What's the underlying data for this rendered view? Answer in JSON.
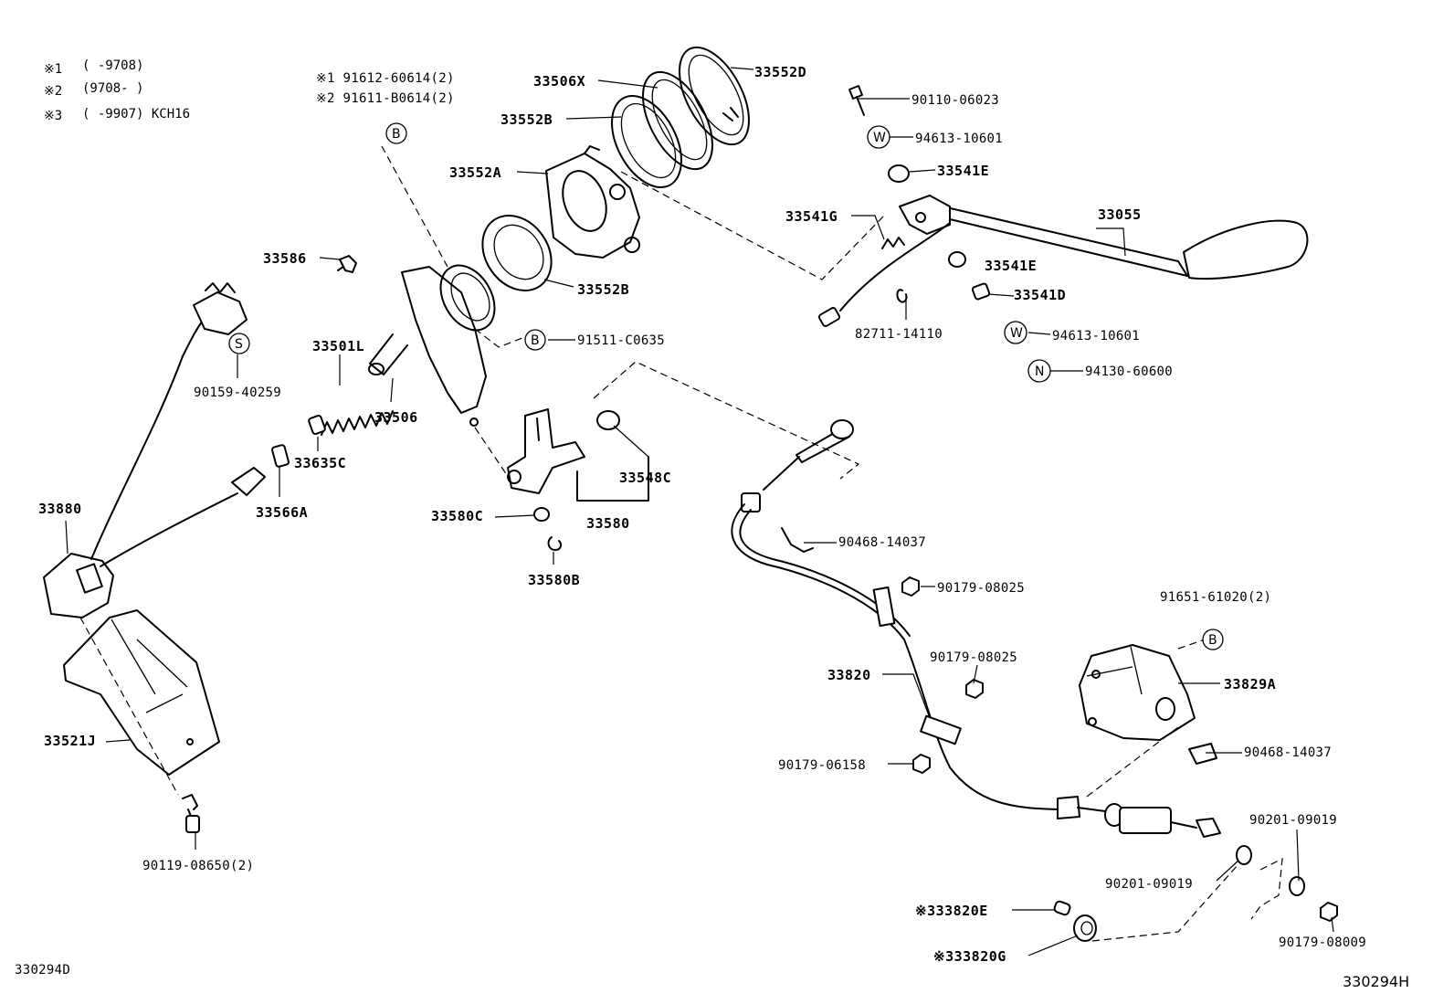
{
  "diagram": {
    "notes": [
      {
        "mark": "※1",
        "text": "(        -9708)"
      },
      {
        "mark": "※2",
        "text": "(9708-        )"
      },
      {
        "mark": "※3",
        "text": "(        -9907) KCH16"
      }
    ],
    "corner_codes": {
      "bottom_left": "330294D",
      "bottom_right": "330294H"
    },
    "callout_letters": {
      "B": "B",
      "S": "S",
      "W": "W",
      "N": "N"
    },
    "labels": {
      "p33506X": "33506X",
      "p33552D": "33552D",
      "p33552B_top": "33552B",
      "p33552A": "33552A",
      "p33552B_bottom": "33552B",
      "n91612": "※1 91612-60614(2)",
      "n91611": "※2 91611-B0614(2)",
      "p90110": "90110-06023",
      "p94613_top": "94613-10601",
      "p33541E_top": "33541E",
      "p33541G": "33541G",
      "p33055": "33055",
      "p33541E_mid": "33541E",
      "p33541D": "33541D",
      "p82711": "82711-14110",
      "p94613_bottom": "94613-10601",
      "p94130": "94130-60600",
      "p33586": "33586",
      "p33501L": "33501L",
      "p91511": "91511-C0635",
      "p33506": "33506",
      "p90159": "90159-40259",
      "p33635C": "33635C",
      "p33548C": "33548C",
      "p33880": "33880",
      "p33566A": "33566A",
      "p33580C": "33580C",
      "p33580": "33580",
      "p33580B": "33580B",
      "p90468_top": "90468-14037",
      "p90179_08025_a": "90179-08025",
      "p91651": "91651-61020(2)",
      "p90179_08025_b": "90179-08025",
      "p33820": "33820",
      "p33829A": "33829A",
      "p33521J": "33521J",
      "p90468_bottom": "90468-14037",
      "p90179_06158": "90179-06158",
      "p90201_right": "90201-09019",
      "p90201_mid": "90201-09019",
      "p90119": "90119-08650(2)",
      "p33820E": "※333820E",
      "p33820G": "※333820G",
      "p90179_08009": "90179-08009"
    }
  }
}
